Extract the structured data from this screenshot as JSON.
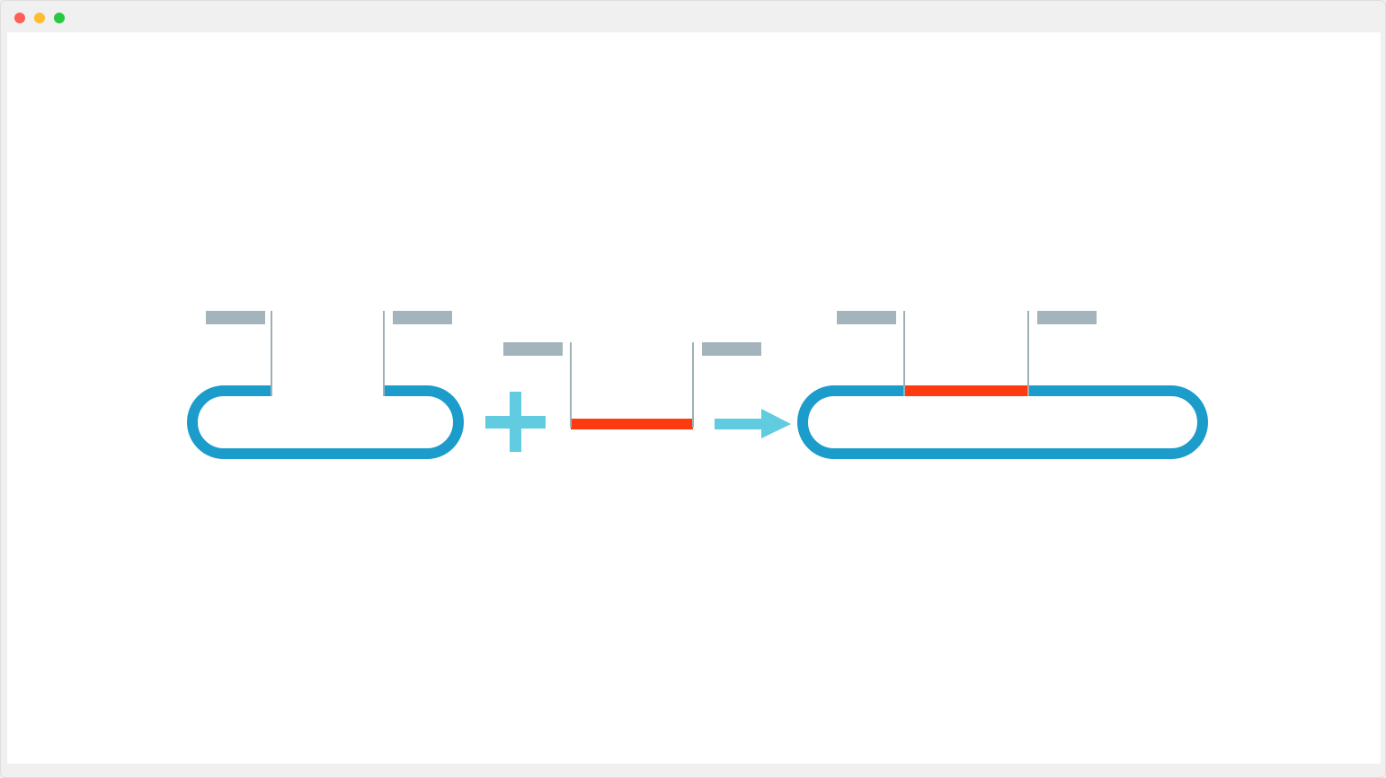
{
  "window": {
    "controls": [
      {
        "name": "close-button",
        "color": "#fe5f57"
      },
      {
        "name": "minimize-button",
        "color": "#febc2e"
      },
      {
        "name": "zoom-button",
        "color": "#28c840"
      }
    ]
  },
  "diagram": {
    "colors": {
      "vector": "#1b9ccb",
      "insert": "#fe3a10",
      "operator": "#61cbe0",
      "tag": "#a4b4bc",
      "tick": "#9fb0b7"
    },
    "operators": {
      "plus_icon": "plus-icon",
      "arrow_icon": "arrow-right-icon"
    }
  }
}
